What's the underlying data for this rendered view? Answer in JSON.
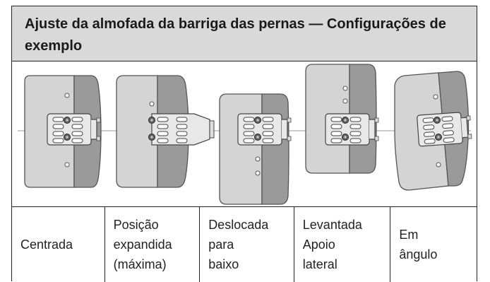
{
  "header": {
    "title_line1": "Ajuste da almofada da barriga das pernas — Configurações de",
    "title_line2": "exemplo"
  },
  "configurations": [
    {
      "label_lines": [
        "Centrada"
      ]
    },
    {
      "label_lines": [
        "Posição",
        "expandida",
        "(máxima)"
      ]
    },
    {
      "label_lines": [
        "Deslocada",
        "para",
        "baixo"
      ]
    },
    {
      "label_lines": [
        "Levantada",
        "Apoio",
        "lateral"
      ]
    },
    {
      "label_lines": [
        "Em",
        "ângulo"
      ]
    }
  ],
  "colors": {
    "header_bg": "#d9d9d9",
    "pad_light": "#d4d4d4",
    "pad_dark": "#9a9a9a",
    "bracket": "#e6e6e6"
  }
}
